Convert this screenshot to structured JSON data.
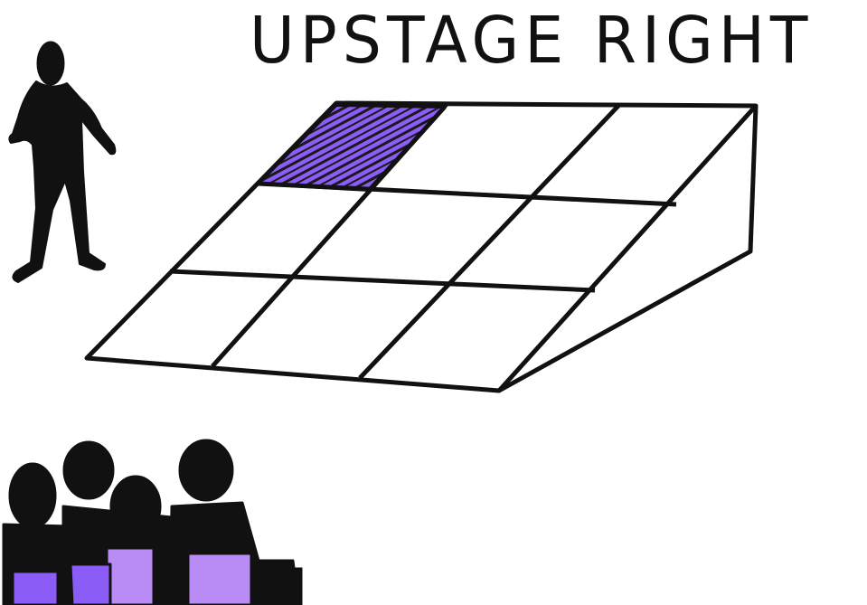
{
  "title": "UPSTAGE RIGHT",
  "colors": {
    "ink": "#111111",
    "highlight": "#8b5cf6",
    "highlight_light": "#b98cf5",
    "background": "#ffffff"
  },
  "stage_grid": {
    "rows": 3,
    "columns": 3,
    "highlighted_cell": "upstage-right"
  }
}
